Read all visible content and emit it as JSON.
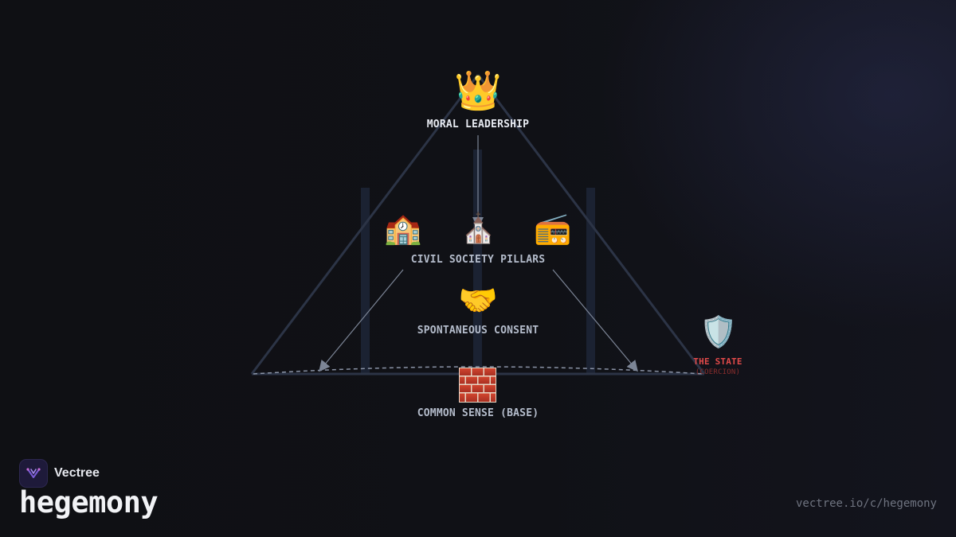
{
  "diagram": {
    "apex": {
      "icon": "crown-icon",
      "glyph": "👑",
      "label": "MORAL LEADERSHIP"
    },
    "pillars": {
      "label": "CIVIL SOCIETY PILLARS",
      "items": [
        {
          "icon": "school-icon",
          "glyph": "🏫"
        },
        {
          "icon": "church-icon",
          "glyph": "⛪"
        },
        {
          "icon": "radio-icon",
          "glyph": "📻"
        }
      ]
    },
    "consent": {
      "icon": "handshake-icon",
      "glyph": "🤝",
      "label": "SPONTANEOUS CONSENT"
    },
    "base": {
      "icon": "brick-wall-icon",
      "label": "COMMON SENSE (BASE)"
    },
    "state": {
      "icon": "shield-icon",
      "glyph": "🛡️",
      "label": "THE STATE",
      "sublabel": "(COERCION)"
    },
    "colors": {
      "frame": "#2c3446",
      "pillar": "#1b2232",
      "arrow": "#7c8596",
      "dashed": "#8a93a6",
      "brick": "#c0392b",
      "state": "#e24a4a"
    }
  },
  "footer": {
    "brand_name": "Vectree",
    "title": "hegemony",
    "url": "vectree.io/c/hegemony"
  }
}
